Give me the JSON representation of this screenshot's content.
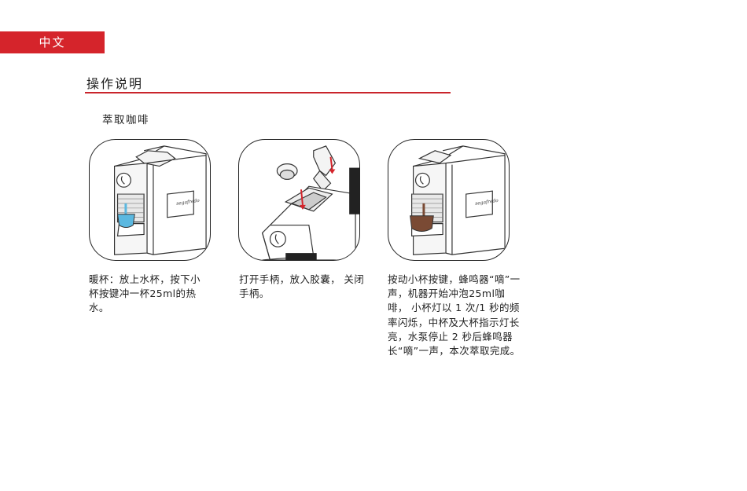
{
  "lang_tab": "中文",
  "section_title": "操作说明",
  "subtitle": "萃取咖啡",
  "steps": [
    {
      "text": "暖杯：放上水杯，按下小杯按键冲一杯25ml的热水。",
      "icon": "machine-with-water-cup-illustration"
    },
    {
      "text": "打开手柄，放入胶囊，  关闭手柄。",
      "icon": "open-handle-insert-capsule-illustration"
    },
    {
      "text": "按动小杯按键，蜂鸣器“嘀”一声，机器开始冲泡25ml咖啡，  小杯灯以 1 次/1 秒的频率闪烁，中杯及大杯指示灯长亮，水泵停止 2 秒后蜂鸣器长“嘀”一声，本次萃取完成。",
      "icon": "machine-brewing-coffee-illustration"
    }
  ],
  "colors": {
    "accent": "#d5242b",
    "water": "#5bb8e0",
    "coffee": "#7a4a34"
  }
}
